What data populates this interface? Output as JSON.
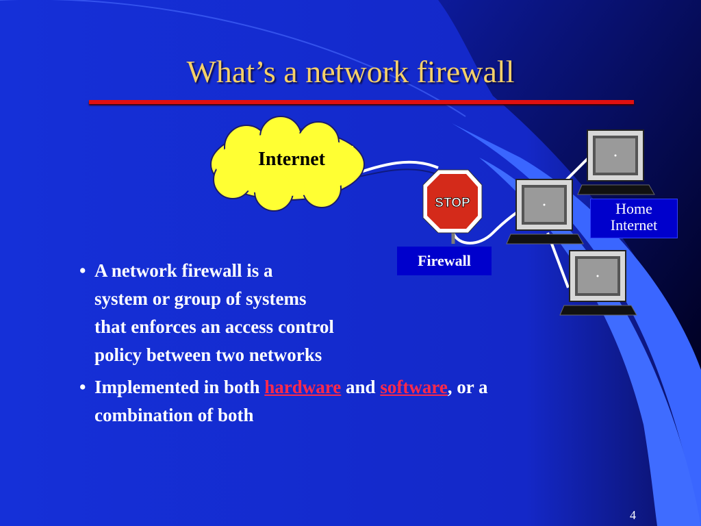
{
  "slide": {
    "title": "What’s a network firewall",
    "page_number": "4"
  },
  "diagram": {
    "internet_label": "Internet",
    "home_label_line1": "Home",
    "home_label_line2": "Internet",
    "firewall_label": "Firewall",
    "stop_sign_text": "STOP",
    "computer_count": 3
  },
  "bullets": {
    "b1_line1": "A network firewall is a",
    "b1_line2": "system or group of systems",
    "b1_line3": "that enforces an access control",
    "b1_line4": "policy between two networks",
    "b2_part1": "Implemented in both ",
    "b2_hardware": "hardware",
    "b2_part2": " and ",
    "b2_software": "software",
    "b2_part3": ", or a",
    "b2_line2": "combination of both"
  },
  "colors": {
    "background": "#1a2fd6",
    "title": "#f4d06a",
    "rule": "#e01010",
    "highlight": "#ff2a4a",
    "cloud": "#ffff33",
    "label_box": "#0000cc"
  }
}
